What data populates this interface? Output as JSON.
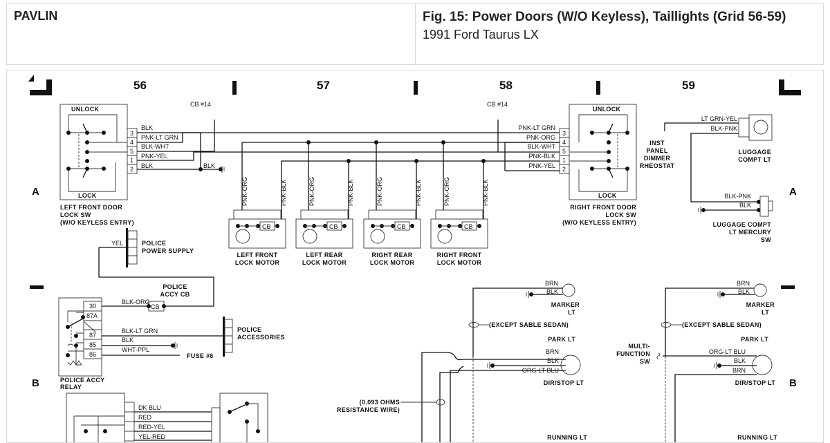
{
  "header": {
    "brand": "PAVLIN",
    "figure_title": "Fig. 15: Power Doors (W/O Keyless), Taillights (Grid 56-59)",
    "vehicle": "1991 Ford Taurus LX"
  },
  "grid": {
    "columns": [
      "56",
      "57",
      "58",
      "59"
    ],
    "rows": [
      "A",
      "B"
    ]
  },
  "left_door_switch": {
    "name_lines": [
      "LEFT FRONT DOOR",
      "LOCK SW",
      "(W/O KEYLESS ENTRY)"
    ],
    "unlock": "UNLOCK",
    "lock": "LOCK",
    "pins": [
      "3",
      "4",
      "5",
      "1",
      "2"
    ],
    "wires": [
      "BLK",
      "PNK-LT GRN",
      "BLK-WHT",
      "PNK-YEL",
      "BLK"
    ],
    "ground_wire": "BLK"
  },
  "right_door_switch": {
    "name_lines": [
      "RIGHT FRONT DOOR",
      "LOCK SW",
      "(W/O KEYLESS ENTRY)"
    ],
    "unlock": "UNLOCK",
    "lock": "LOCK",
    "pins": [
      "3",
      "4",
      "5",
      "1",
      "2"
    ],
    "wires": [
      "PNK-LT GRN",
      "PNK-ORG",
      "BLK-WHT",
      "PNK-BLK",
      "PNK-YEL"
    ]
  },
  "circuit_breaker_labels": [
    "CB #14",
    "CB #14"
  ],
  "lock_motors": [
    {
      "name_lines": [
        "LEFT FRONT",
        "LOCK MOTOR"
      ],
      "wire_a": "PNK-ORG",
      "wire_b": "PNK-BLK",
      "cb": "CB"
    },
    {
      "name_lines": [
        "LEFT REAR",
        "LOCK MOTOR"
      ],
      "wire_a": "PNK-ORG",
      "wire_b": "PNK-BLK",
      "cb": "CB"
    },
    {
      "name_lines": [
        "RIGHT REAR",
        "LOCK MOTOR"
      ],
      "wire_a": "PNK-ORG",
      "wire_b": "PNK-BLK",
      "cb": "CB"
    },
    {
      "name_lines": [
        "RIGHT FRONT",
        "LOCK MOTOR"
      ],
      "wire_a": "PNK-ORG",
      "wire_b": "PNK-BLK",
      "cb": "CB"
    }
  ],
  "luggage": {
    "dimmer_lines": [
      "INST",
      "PANEL",
      "DIMMER",
      "RHEOSTAT"
    ],
    "lamp_wires": [
      "LT GRN-YEL",
      "BLK-PNK"
    ],
    "lamp_name_lines": [
      "LUGGAGE",
      "COMPT LT"
    ],
    "switch_wires": [
      "BLK-PNK",
      "BLK"
    ],
    "switch_name_lines": [
      "LUGGAGE COMPT",
      "LT MERCURY",
      "SW"
    ]
  },
  "police": {
    "supply_wire": "YEL",
    "supply_lines": [
      "POLICE",
      "POWER SUPPLY"
    ],
    "cb_lines": [
      "POLICE",
      "ACCY CB"
    ],
    "cb": "CB",
    "relay_pins": [
      "30",
      "87A",
      "87",
      "85",
      "86"
    ],
    "relay_wires": [
      "BLK-ORG",
      "BLK-LT GRN",
      "BLK",
      "WHT-PPL"
    ],
    "fuse": "FUSE #6",
    "accessories_lines": [
      "POLICE",
      "ACCESSORIES"
    ],
    "relay_lines": [
      "POLICE ACCY",
      "RELAY"
    ]
  },
  "lower_harness_wires": [
    "DK BLU",
    "RED",
    "RED-YEL",
    "YEL-RED"
  ],
  "taillight_left": {
    "marker_wires": [
      "BRN",
      "BLK"
    ],
    "marker_lines": [
      "MARKER",
      "LT"
    ],
    "except": "(EXCEPT SABLE SEDAN)",
    "park": "PARK LT",
    "dir_wires": [
      "BRN",
      "BLK",
      "ORG-LT BLU"
    ],
    "dir_stop": "DIR/STOP LT",
    "resistance_lines": [
      "(0.093 OHMS",
      "RESISTANCE WIRE)"
    ],
    "running": "RUNNING LT"
  },
  "taillight_right": {
    "marker_wires": [
      "BRN",
      "BLK"
    ],
    "marker_lines": [
      "MARKER",
      "LT"
    ],
    "except": "(EXCEPT SABLE SEDAN)",
    "park": "PARK LT",
    "multi_lines": [
      "MULTI-",
      "FUNCTION",
      "SW"
    ],
    "dir_wires": [
      "ORG-LT BLU",
      "BLK",
      "BRN"
    ],
    "dir_stop": "DIR/STOP LT",
    "running": "RUNNING LT"
  }
}
